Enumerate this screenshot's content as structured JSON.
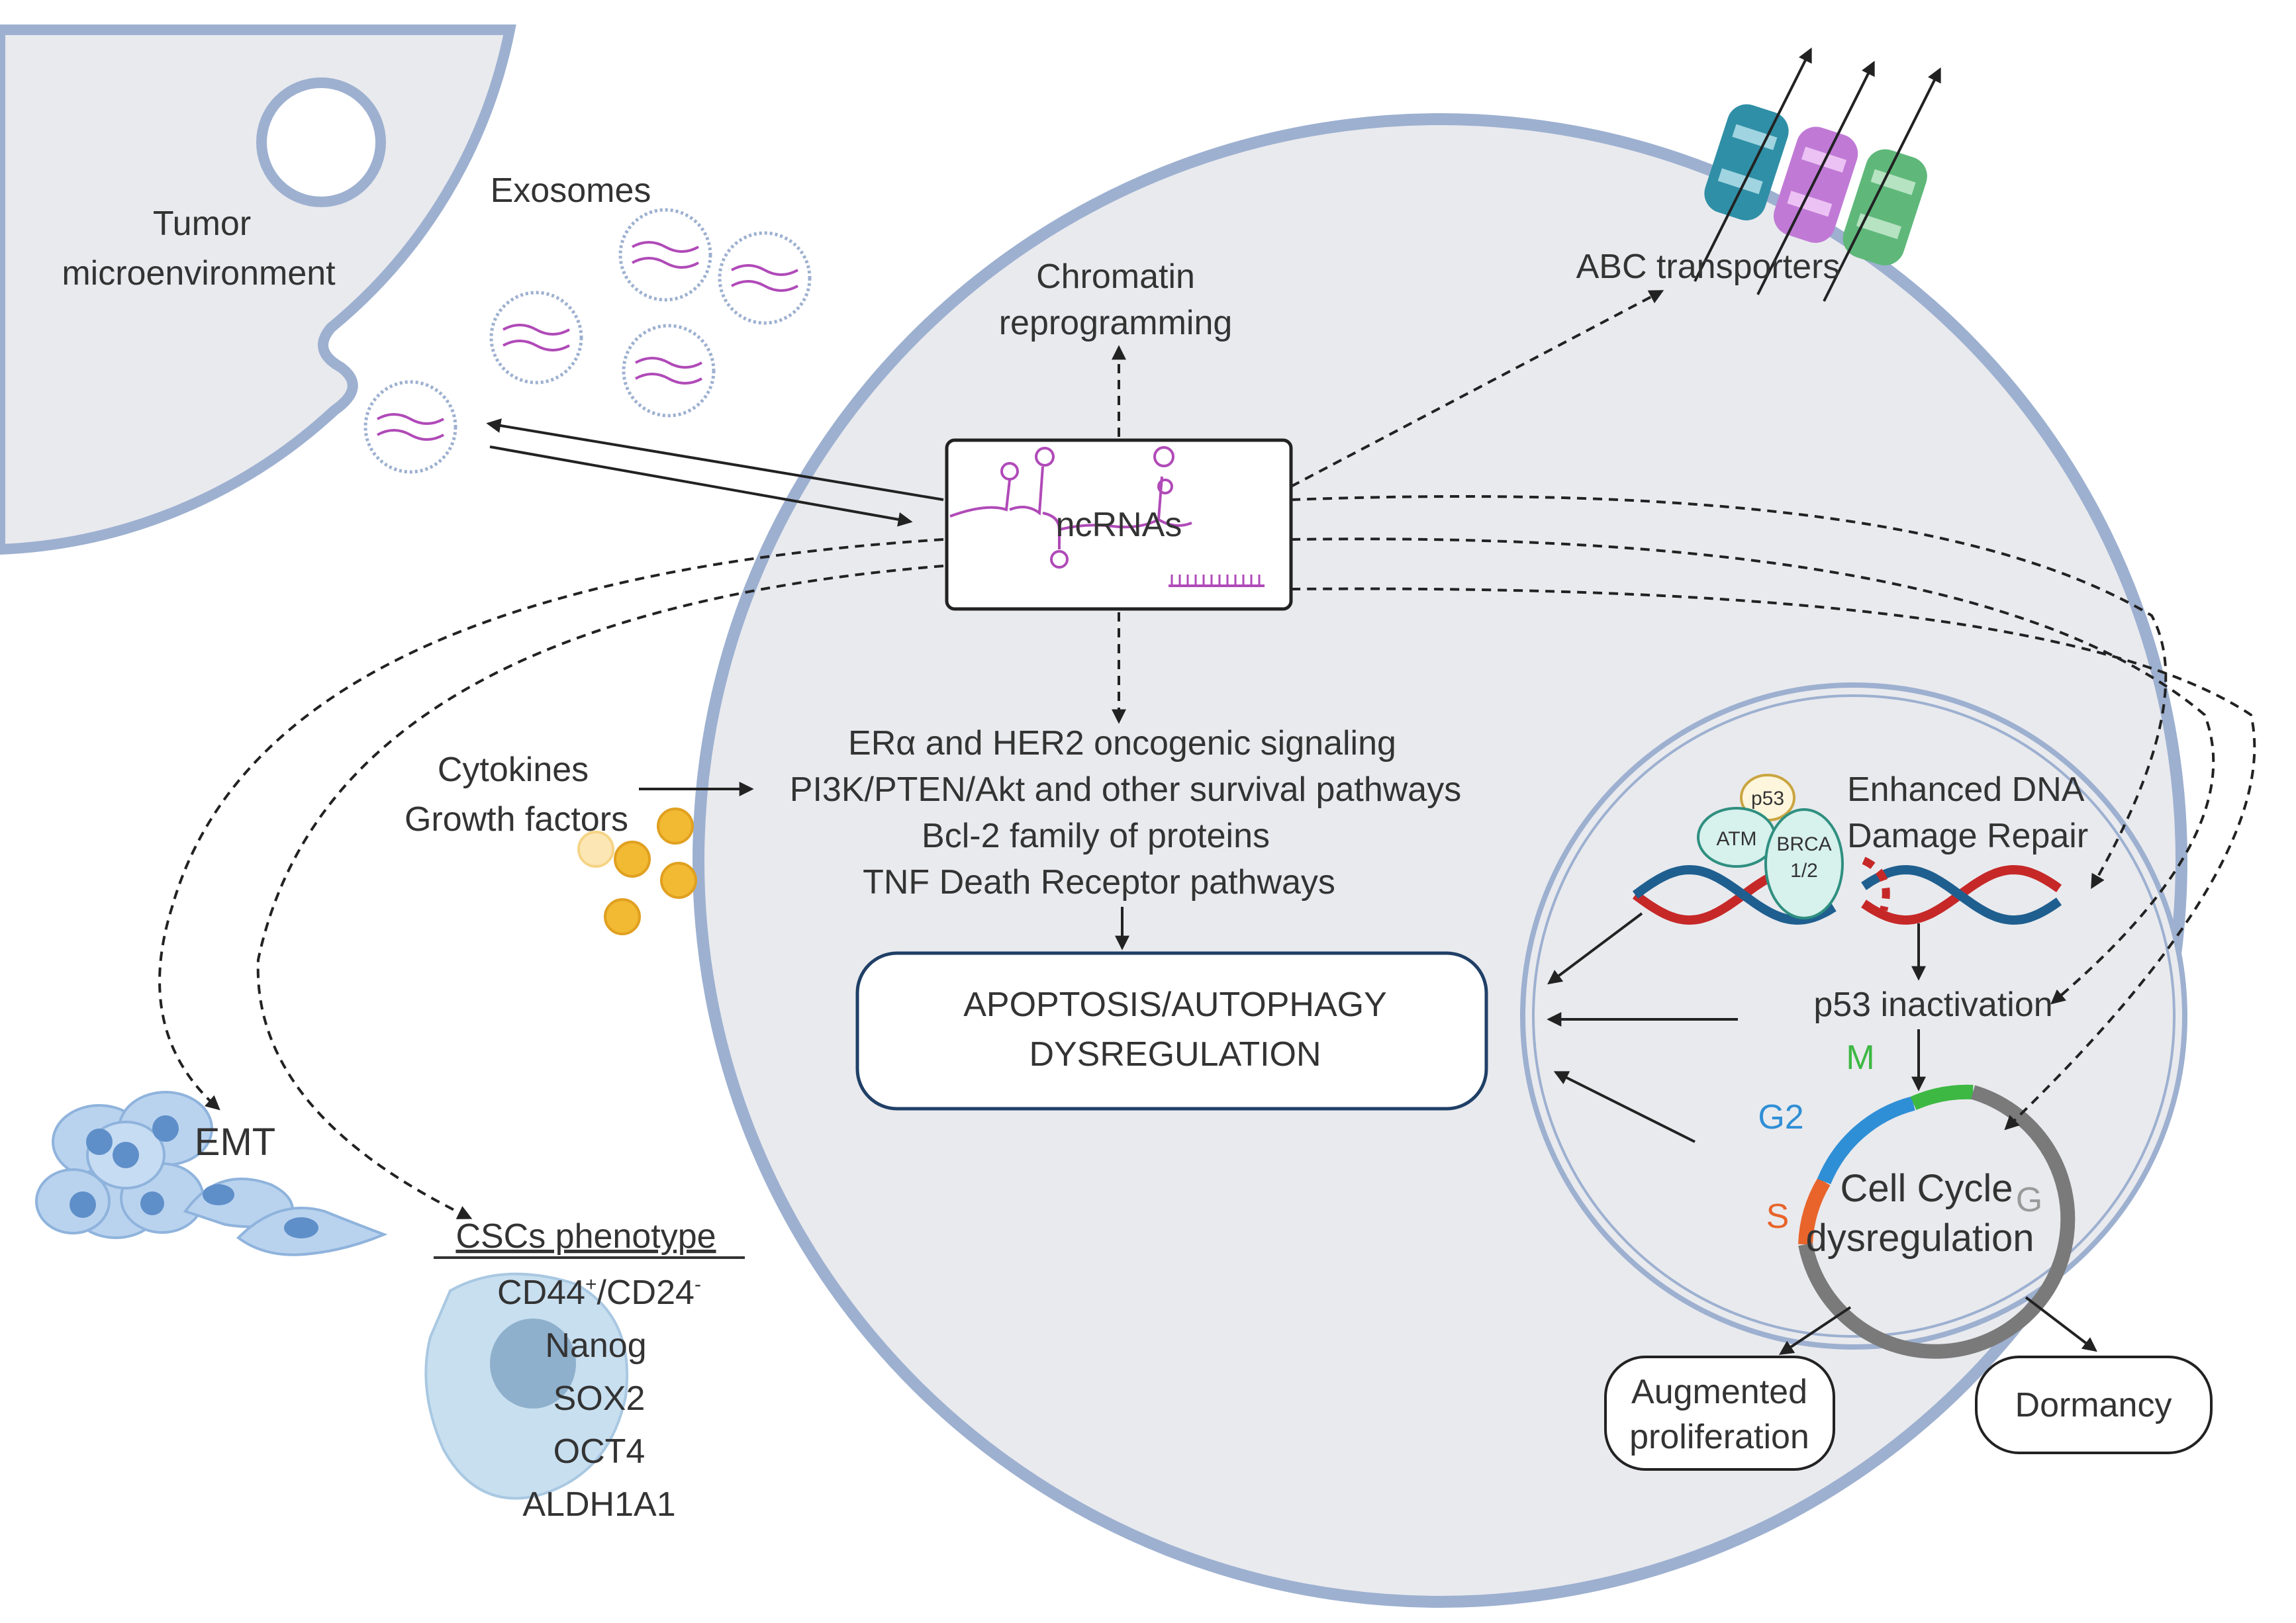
{
  "labels": {
    "tumor_line1": "Tumor",
    "tumor_line2": "microenvironment",
    "exosomes": "Exosomes",
    "chromatin_line1": "Chromatin",
    "chromatin_line2": "reprogramming",
    "abc": "ABC transporters",
    "ncrnas": "ncRNAs",
    "signal_1": "ERα and HER2 oncogenic signaling",
    "signal_2": "PI3K/PTEN/Akt and other survival pathways",
    "signal_3": "Bcl-2 family of proteins",
    "signal_4": "TNF Death Receptor pathways",
    "cytokines": "Cytokines",
    "growth_factors": "Growth factors",
    "apoptosis_line1": "APOPTOSIS/AUTOPHAGY",
    "apoptosis_line2": "DYSREGULATION",
    "dna_repair_line1": "Enhanced DNA",
    "dna_repair_line2": "Damage Repair",
    "p53": "p53",
    "atm": "ATM",
    "brca_line1": "BRCA",
    "brca_line2": "1/2",
    "p53_inactivation": "p53 inactivation",
    "phase_m": "M",
    "phase_g2": "G2",
    "phase_s": "S",
    "phase_g": "G",
    "cell_cycle_line1": "Cell Cycle",
    "cell_cycle_line2": "dysregulation",
    "augmented_line1": "Augmented",
    "augmented_line2": "proliferation",
    "dormancy": "Dormancy",
    "emt": "EMT",
    "cscs": "CSCs phenotype",
    "cd44": "CD44",
    "cd44_sup": "+",
    "cd24": "/CD24",
    "cd24_sup": "-",
    "nanog": "Nanog",
    "sox2": "SOX2",
    "oct4": "OCT4",
    "aldh1a1": "ALDH1A1"
  },
  "colors": {
    "cell_fill": "#e9eaee",
    "membrane": "#9db0d0",
    "box_border": "#1f3f66",
    "dna_red": "#c62828",
    "dna_blue": "#1f5f8f",
    "phase_m": "#3db843",
    "phase_g2": "#2f8fd6",
    "phase_s": "#e8642a",
    "phase_g": "#7a7a7a",
    "particle": "#f2b933",
    "rna": "#b04ab8"
  }
}
